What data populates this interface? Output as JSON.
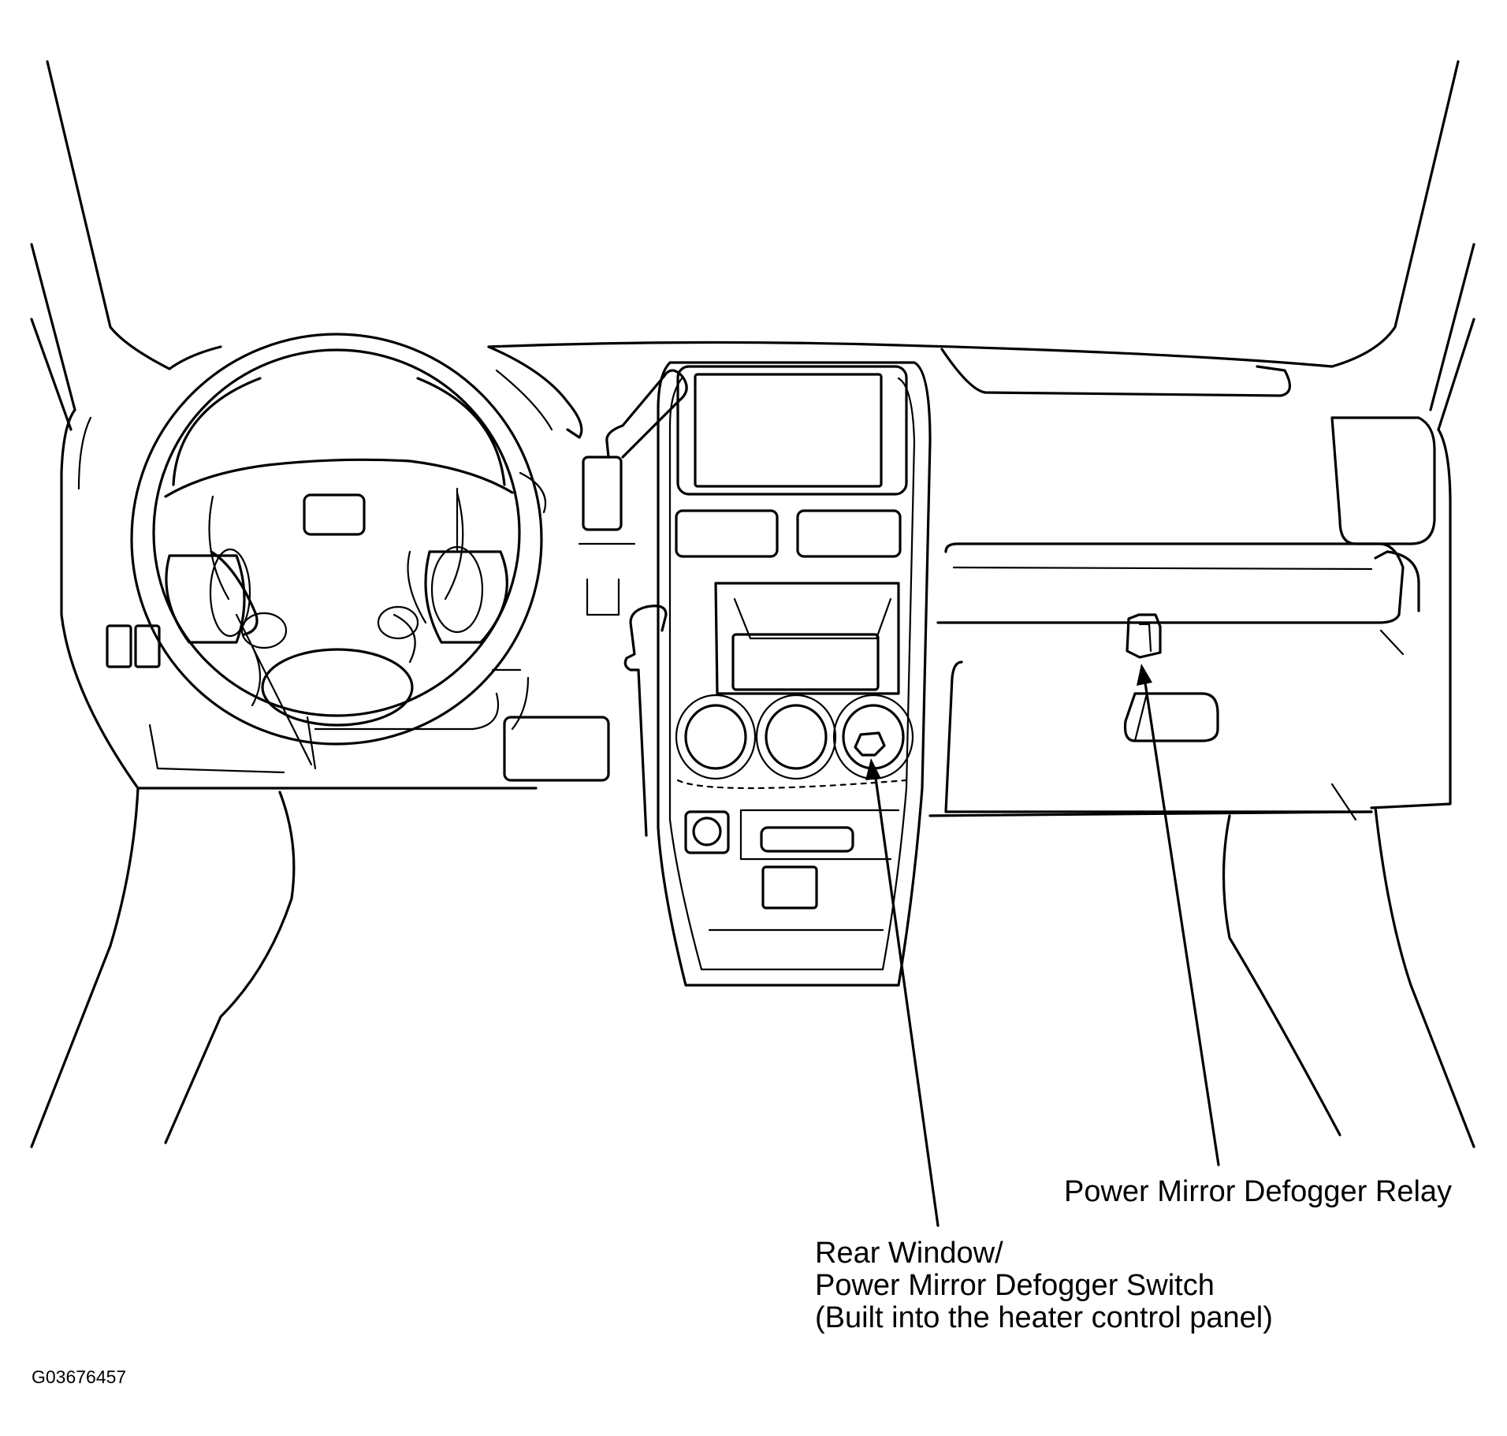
{
  "callouts": {
    "relay": {
      "label": "Power Mirror Defogger Relay"
    },
    "switch": {
      "line1": "Rear Window/",
      "line2": "Power Mirror Defogger Switch",
      "line3": "(Built into the heater control panel)"
    }
  },
  "figure_id": "G03676457",
  "colors": {
    "line": "#000000",
    "background": "#ffffff"
  }
}
